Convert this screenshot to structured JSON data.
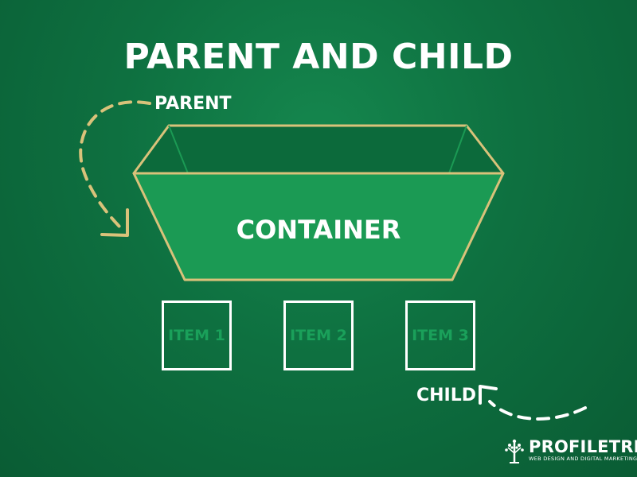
{
  "title": "PARENT AND CHILD",
  "labels": {
    "parent": "PARENT",
    "child": "CHILD"
  },
  "container": {
    "label": "CONTAINER"
  },
  "items": [
    {
      "label": "ITEM 1"
    },
    {
      "label": "ITEM 2"
    },
    {
      "label": "ITEM 3"
    }
  ],
  "logo": {
    "name": "PROFILETREE",
    "tagline": "WEB DESIGN AND DIGITAL MARKETING"
  },
  "colors": {
    "background": "#0e7040",
    "container_fill": "#1b9a54",
    "outline": "#d9c27a",
    "arrow_parent": "#d9c27a",
    "arrow_child": "#ffffff",
    "item_text": "#1aa05a"
  }
}
